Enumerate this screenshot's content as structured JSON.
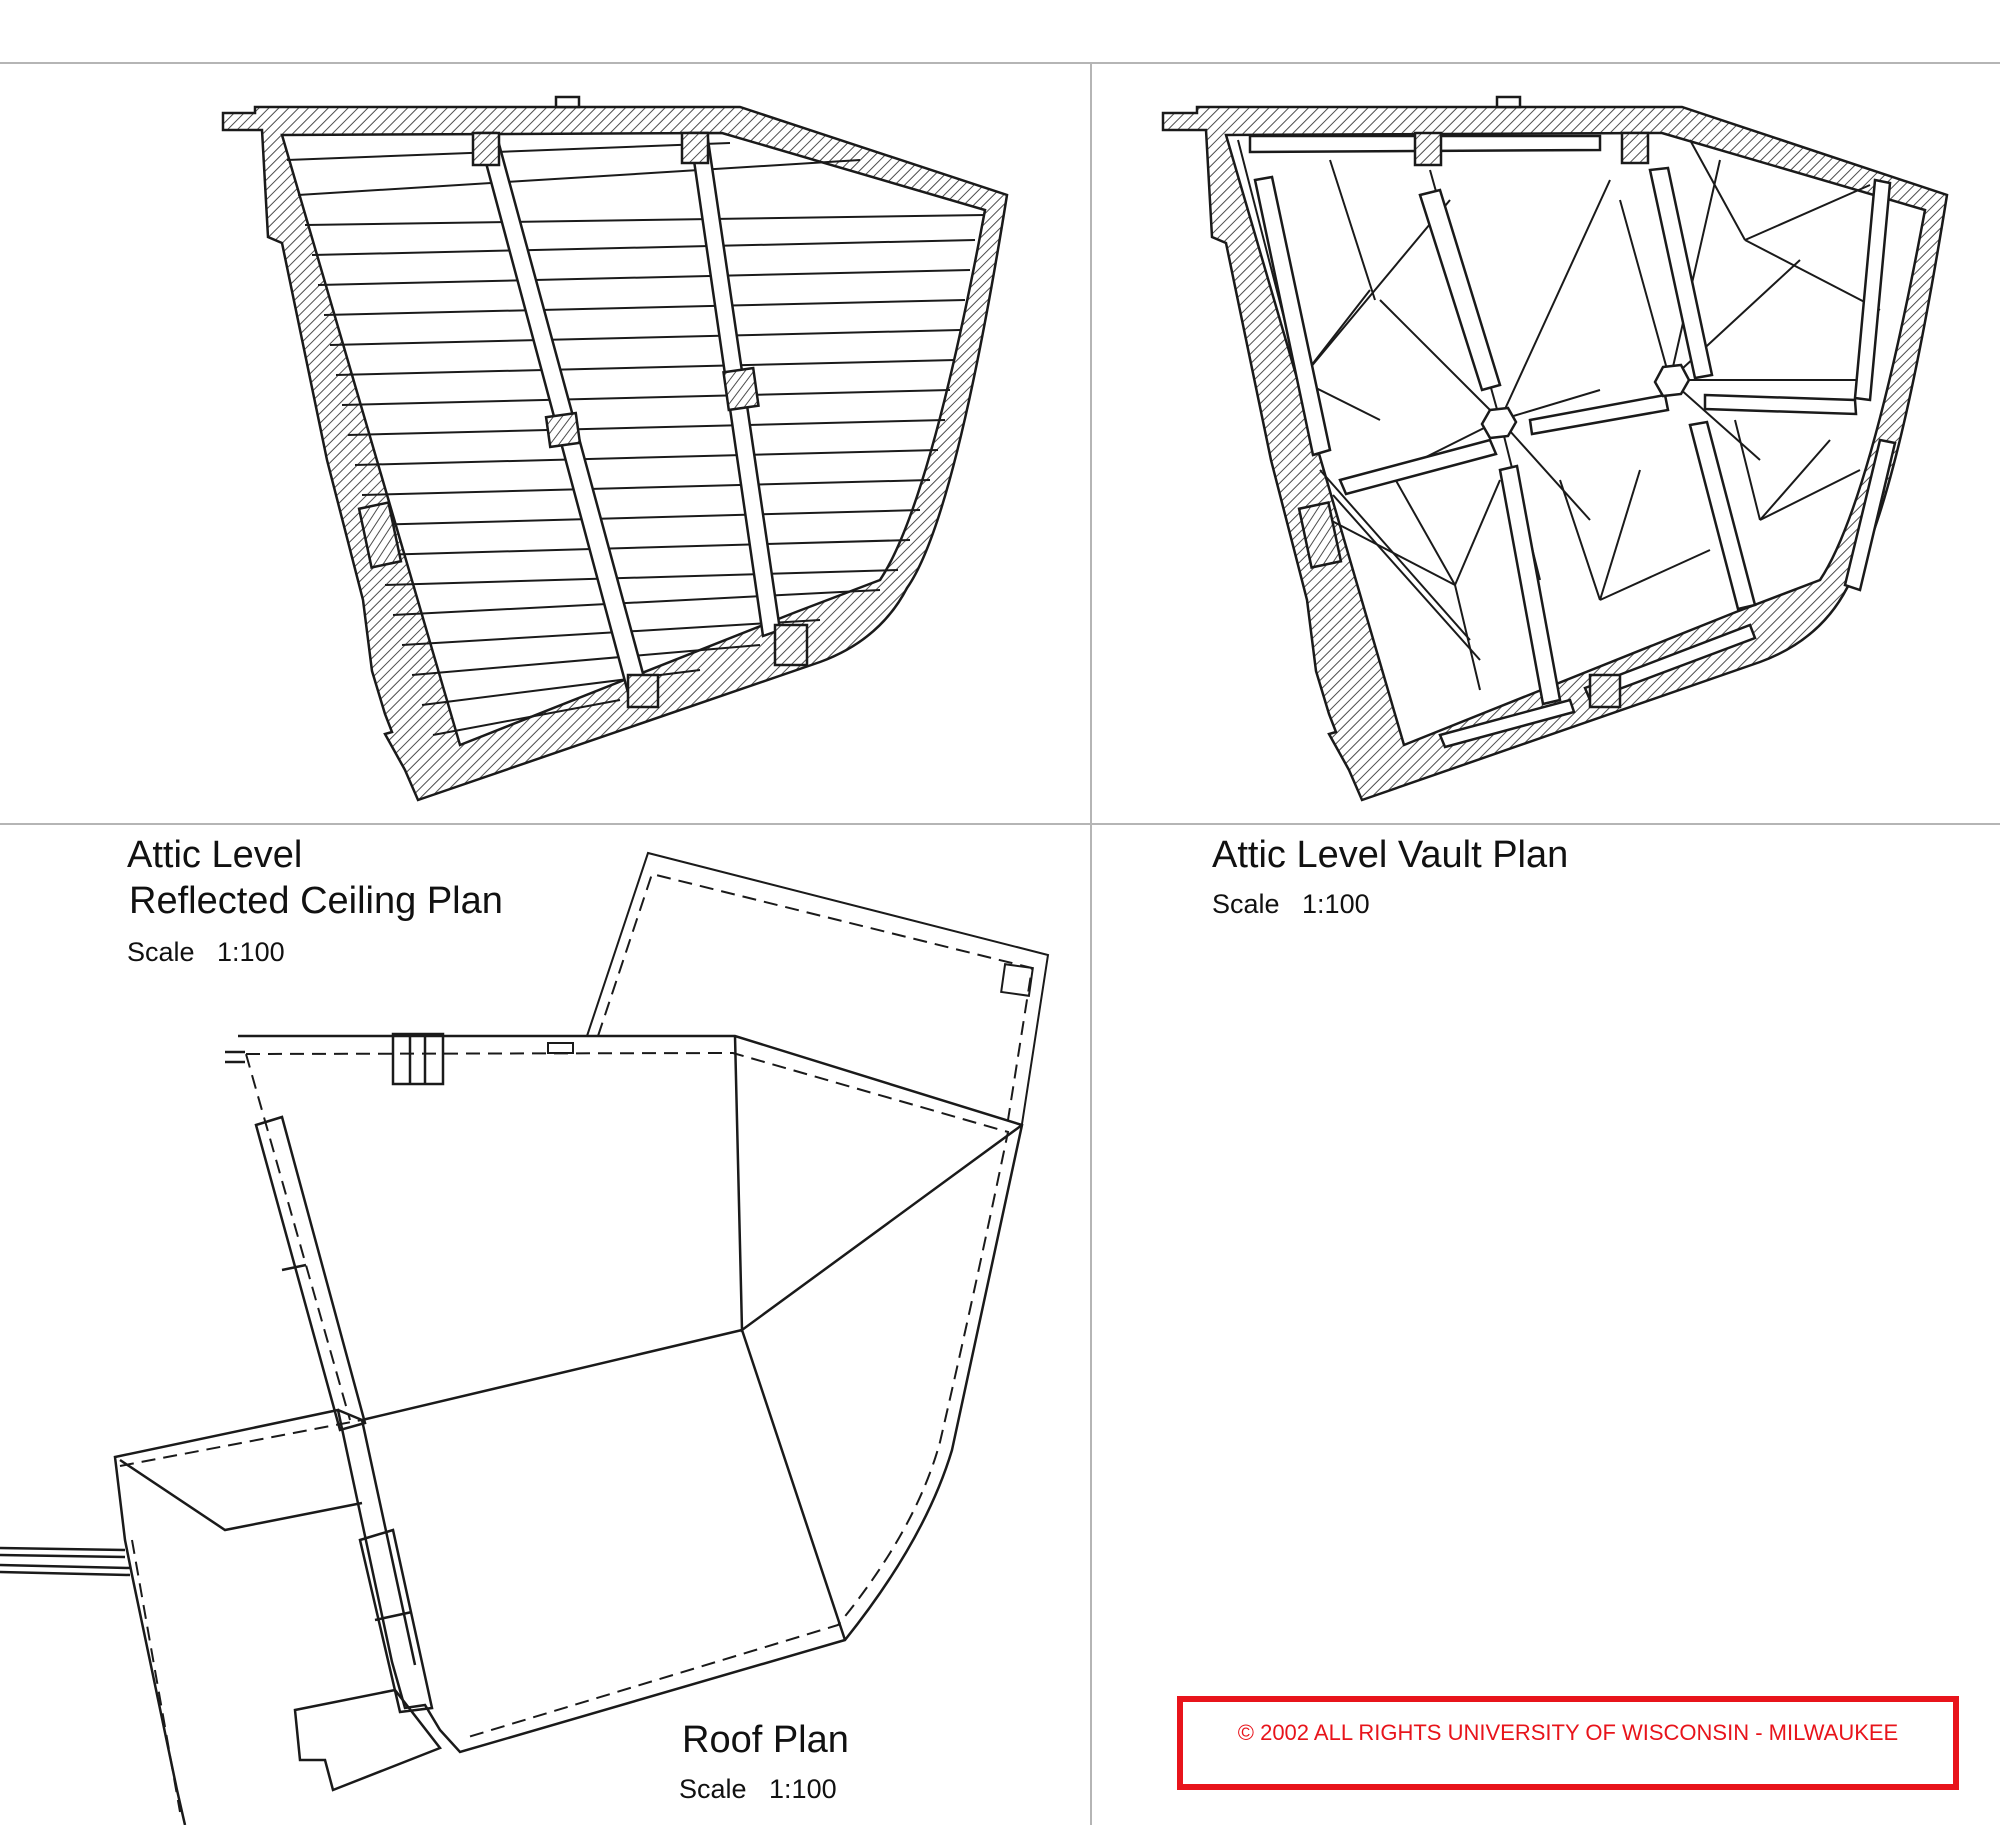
{
  "colors": {
    "line": "#1a1a1a",
    "hatch": "#5a5a5a",
    "frame": "#b0b0b0",
    "copyright": "#e8141b"
  },
  "panels": {
    "reflected_ceiling": {
      "title_line1": "Attic Level",
      "title_line2": "Reflected Ceiling Plan",
      "scale": "Scale   1:100"
    },
    "vault": {
      "title": "Attic Level Vault Plan",
      "scale": "Scale   1:100"
    },
    "roof": {
      "title": "Roof Plan",
      "scale": "Scale   1:100"
    }
  },
  "copyright": "© 2002 ALL RIGHTS UNIVERSITY OF WISCONSIN - MILWAUKEE"
}
